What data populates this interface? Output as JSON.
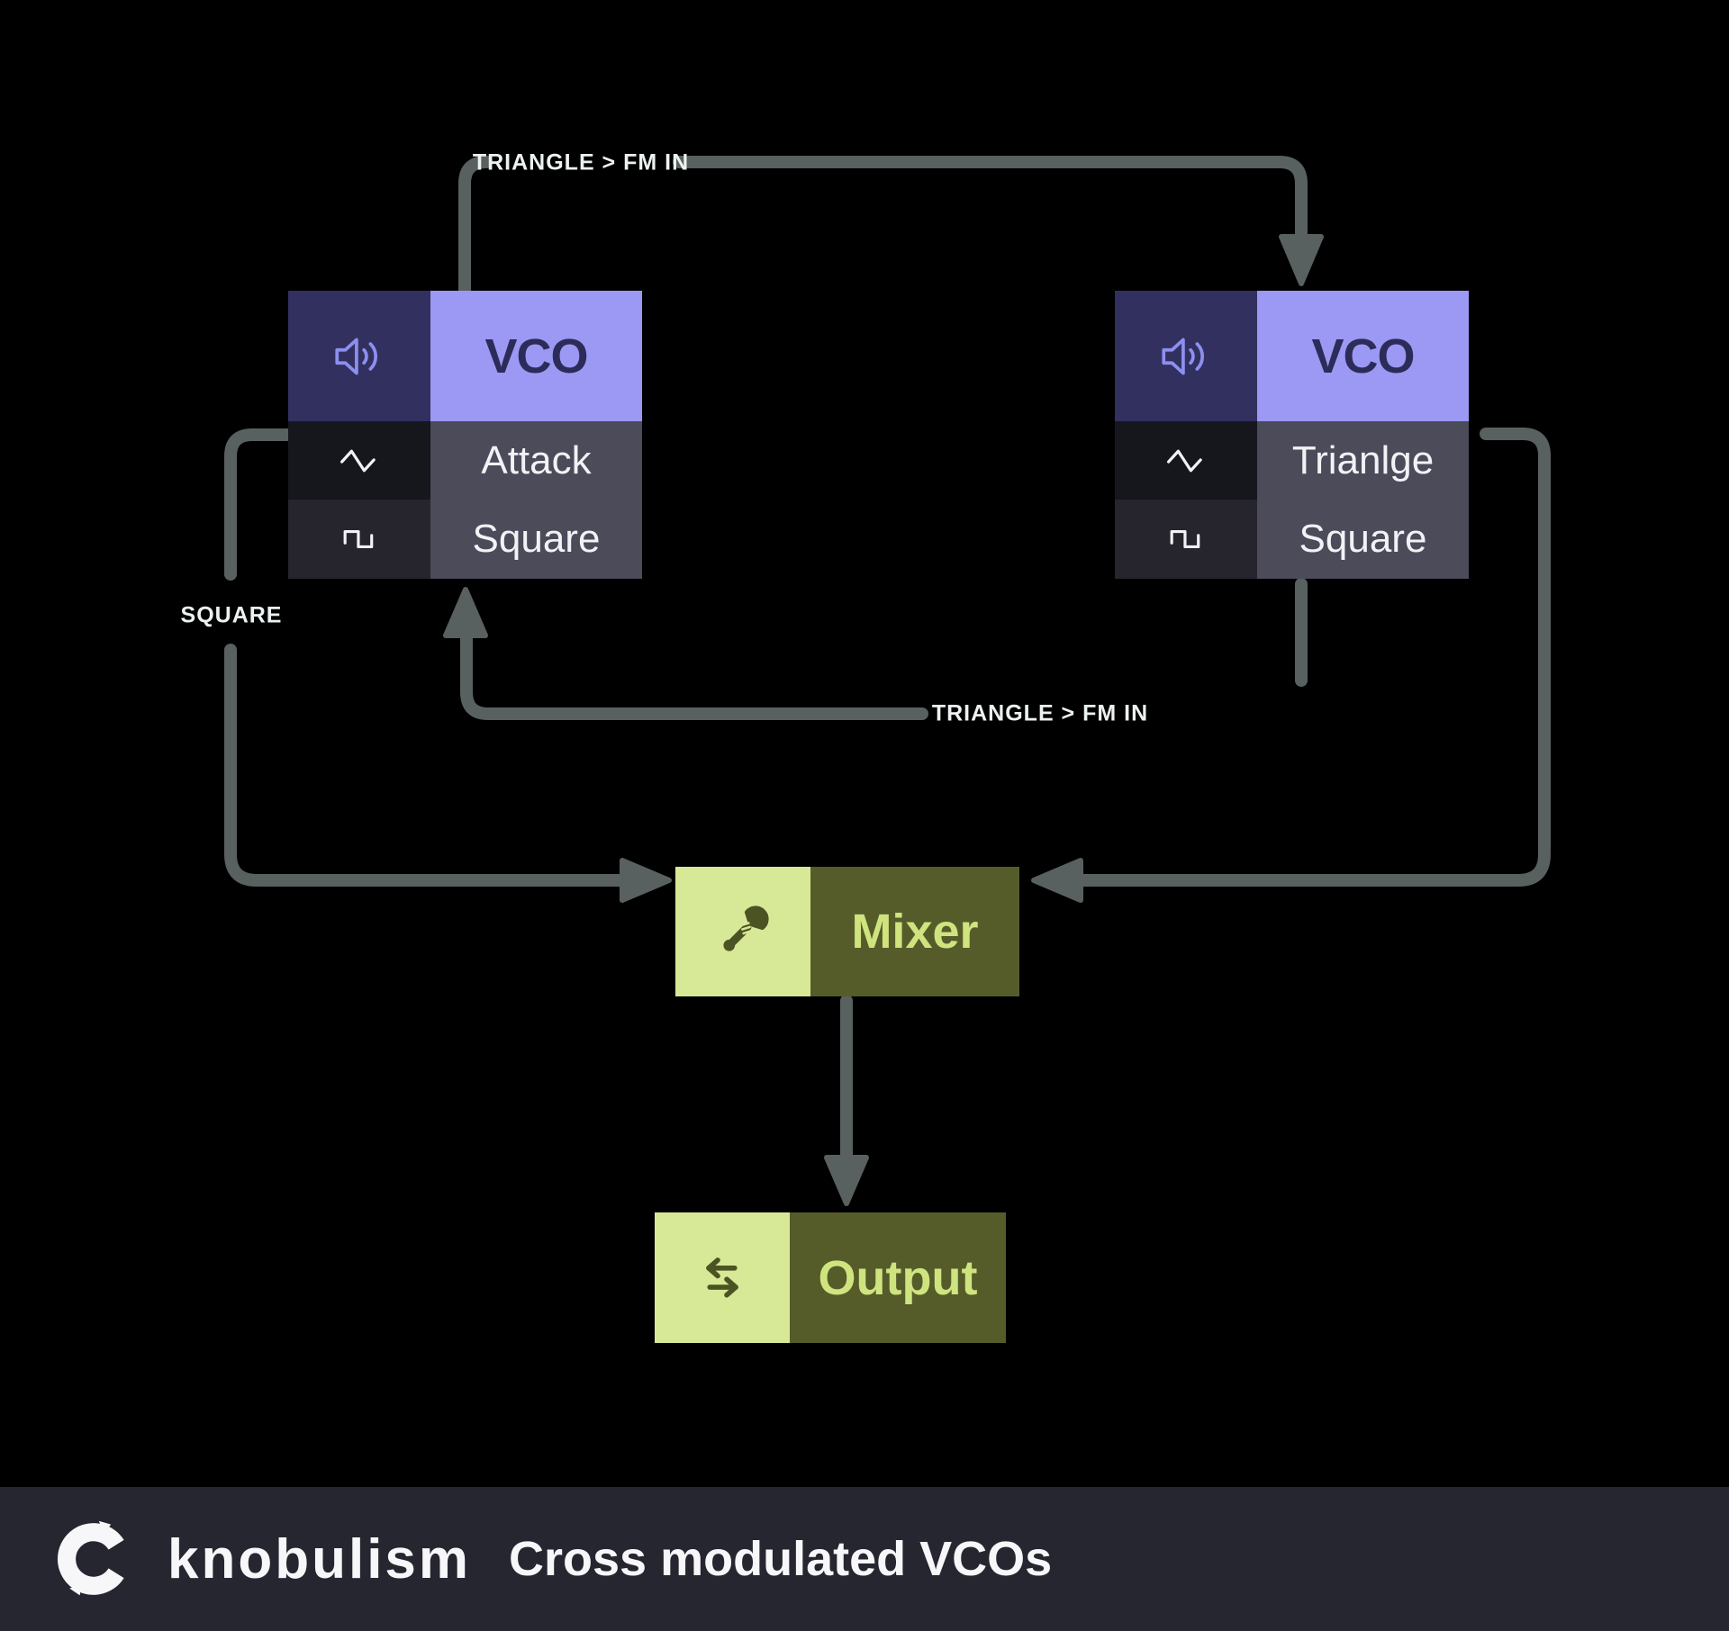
{
  "diagram": {
    "nodes": {
      "vco_left": {
        "title": "VCO",
        "rows": [
          {
            "icon": "triangle-wave",
            "label": "Attack"
          },
          {
            "icon": "square-wave",
            "label": "Square"
          }
        ]
      },
      "vco_right": {
        "title": "VCO",
        "rows": [
          {
            "icon": "triangle-wave",
            "label": "Trianlge"
          },
          {
            "icon": "square-wave",
            "label": "Square"
          }
        ]
      },
      "mixer": {
        "icon": "wrench",
        "label": "Mixer"
      },
      "output": {
        "icon": "transfer",
        "label": "Output"
      }
    },
    "connections": {
      "top_label": "TRIANGLE > FM IN",
      "return_label": "TRIANGLE > FM IN",
      "square_label": "SQUARE"
    }
  },
  "footer": {
    "brand": "knobulism",
    "title": "Cross modulated VCOs"
  },
  "colors": {
    "background": "#000000",
    "vco_icon_cell": "#32305f",
    "vco_title_cell": "#9b99f3",
    "vco_title_text": "#2d2b59",
    "speaker_icon": "#8d8ff0",
    "row_icon_cell_dark": "#16161d",
    "row_icon_cell_light": "#26252e",
    "row_label_cell": "#4b4b5a",
    "row_label_text": "#f2f2f6",
    "connector_line": "#586060",
    "connector_label_text": "#ecf1f1",
    "green_icon_cell": "#d7e897",
    "green_label_cell": "#555c2a",
    "green_label_text": "#cfe47f",
    "green_icon": "#4b5323",
    "footer_bar": "#262630",
    "footer_text": "#f7f7fa"
  }
}
